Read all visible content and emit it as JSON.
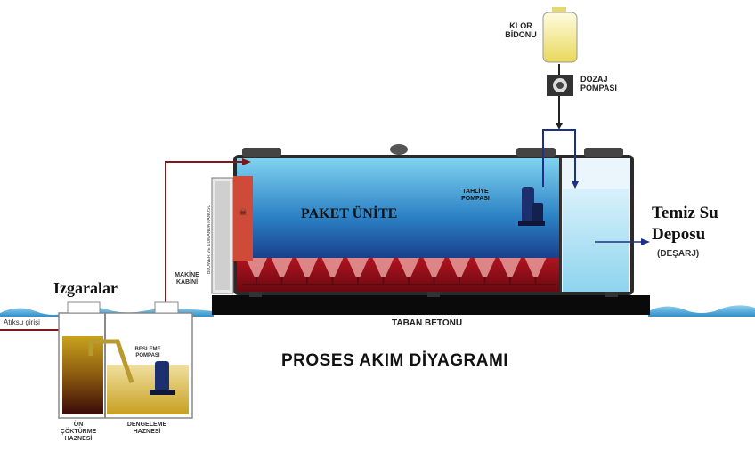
{
  "diagram": {
    "title": "PROSES AKIM DİYAGRAMI",
    "labels": {
      "klor_bidonu_1": "KLOR",
      "klor_bidonu_2": "BİDONU",
      "dozaj_1": "DOZAJ",
      "dozaj_2": "POMPASI",
      "tahliye_1": "TAHLİYE",
      "tahliye_2": "POMPASI",
      "paket_unite": "PAKET ÜNİTE",
      "temiz_su_1": "Temiz Su",
      "temiz_su_2": "Deposu",
      "desarj": "(DEŞARJ)",
      "izgaralar": "Izgaralar",
      "atiksu_girisi": "Atıksu girişi",
      "makine_kabini_1": "MAKİNE",
      "makine_kabini_2": "KABİNİ",
      "blower": "BLOWER VE KUMANDA PANOSU",
      "besleme_1": "BESLEME",
      "besleme_2": "POMPASI",
      "on_cokturme_1": "ÖN",
      "on_cokturme_2": "ÇÖKTÜRME",
      "on_cokturme_3": "HAZNESİ",
      "dengeleme_1": "DENGELEME",
      "dengeleme_2": "HAZNESİ",
      "taban_betonu": "TABAN BETONU"
    }
  }
}
